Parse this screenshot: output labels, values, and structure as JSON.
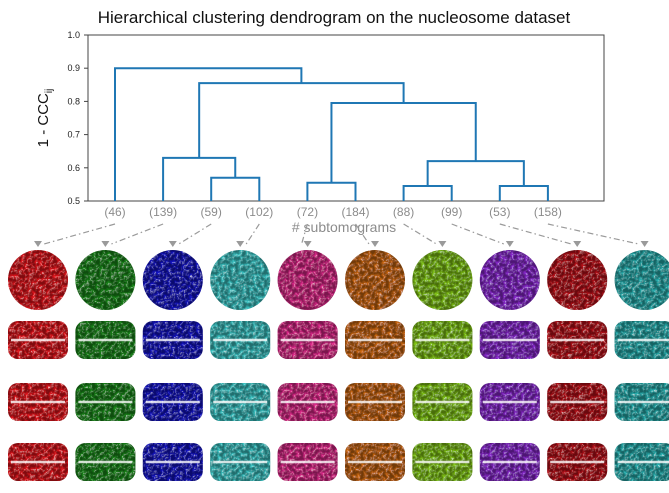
{
  "chart_data": {
    "type": "dendrogram",
    "title": "Hierarchical clustering dendrogram on the nucleosome dataset",
    "ylabel_main": "1 - CCC",
    "ylabel_sub": "ij",
    "xlabel": "# subtomograms",
    "ylim": [
      0.5,
      1.0
    ],
    "yticks": [
      "0.5",
      "0.6",
      "0.7",
      "0.8",
      "0.9",
      "1.0"
    ],
    "leaves": [
      {
        "label": "(46)",
        "color": "#e8141c"
      },
      {
        "label": "(139)",
        "color": "#1a8c1a"
      },
      {
        "label": "(59)",
        "color": "#1414c8"
      },
      {
        "label": "(102)",
        "color": "#3cc8c8"
      },
      {
        "label": "(72)",
        "color": "#e0288c"
      },
      {
        "label": "(184)",
        "color": "#d06a10"
      },
      {
        "label": "(88)",
        "color": "#84c814"
      },
      {
        "label": "(99)",
        "color": "#8c28d2"
      },
      {
        "label": "(53)",
        "color": "#c0101a"
      },
      {
        "label": "(158)",
        "color": "#28b4b4"
      }
    ],
    "merges": [
      {
        "left": "L2",
        "right": "L3",
        "height": 0.57,
        "id": "A"
      },
      {
        "left": "L1",
        "right": "A",
        "height": 0.63,
        "id": "B"
      },
      {
        "left": "L4",
        "right": "L5",
        "height": 0.555,
        "id": "C"
      },
      {
        "left": "L6",
        "right": "L7",
        "height": 0.545,
        "id": "D"
      },
      {
        "left": "L8",
        "right": "L9",
        "height": 0.545,
        "id": "E"
      },
      {
        "left": "D",
        "right": "E",
        "height": 0.62,
        "id": "F"
      },
      {
        "left": "C",
        "right": "F",
        "height": 0.795,
        "id": "G"
      },
      {
        "left": "B",
        "right": "G",
        "height": 0.855,
        "id": "H"
      },
      {
        "left": "L0",
        "right": "H",
        "height": 0.9,
        "id": "I"
      }
    ],
    "link_color": "#1f77b4",
    "views_per_leaf": 4
  }
}
